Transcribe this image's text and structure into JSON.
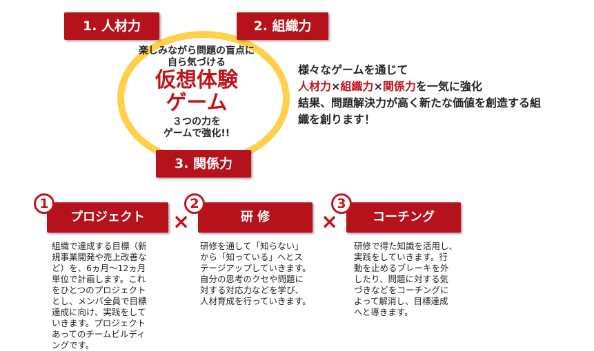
{
  "badges": [
    "1. 人材力",
    "2. 組織力",
    "3. 関係力"
  ],
  "center": {
    "line1": "楽しみながら問題の盲点に",
    "line2": "自ら気づける",
    "big1": "仮想体験",
    "big2": "ゲーム",
    "line3": "３つの力を",
    "line4": "ゲームで強化!!"
  },
  "right": {
    "line1": "様々なゲームを通じて",
    "term1": "人材力",
    "sep1": "×",
    "term2": "組織力",
    "sep2": "×",
    "term3": "関係力",
    "tail": "を一気に強化",
    "line3": "結果、問題解決力が高く新たな価値を創造する組",
    "line4": "織を創ります！"
  },
  "steps": [
    {
      "num": "1",
      "title": "プロジェクト",
      "desc": [
        "組織で達成する目標（新",
        "規事業開発や売上改善な",
        "ど）を、6ヵ月〜12ヵ月",
        "単位で計画します。これ",
        "をひとつのプロジェクト",
        "とし、メンバ全員で目標",
        "達成に向け、実践をして",
        "いきます。プロジェクト",
        "あってのチームビルディ",
        "ングです。"
      ]
    },
    {
      "num": "2",
      "title": "研 修",
      "desc": [
        "研修を通して「知らない」",
        "から「知っている」へとス",
        "テージアップしていきます。",
        "自分の思考のクセや問題に",
        "対する対応力などを学び、",
        "人材育成を行っていきます。"
      ]
    },
    {
      "num": "3",
      "title": "コーチング",
      "desc": [
        "研修で得た知識を活用し、",
        "実践をしていきます。行",
        "動を止めるブレーキを外",
        "したり、問題に対する気",
        "づきなどをコーチングに",
        "よって解消し、目標達成",
        "へと導きます。"
      ]
    }
  ],
  "cross": "×",
  "colors": {
    "accent": "#b5121b",
    "ring": "#ffd04a"
  }
}
